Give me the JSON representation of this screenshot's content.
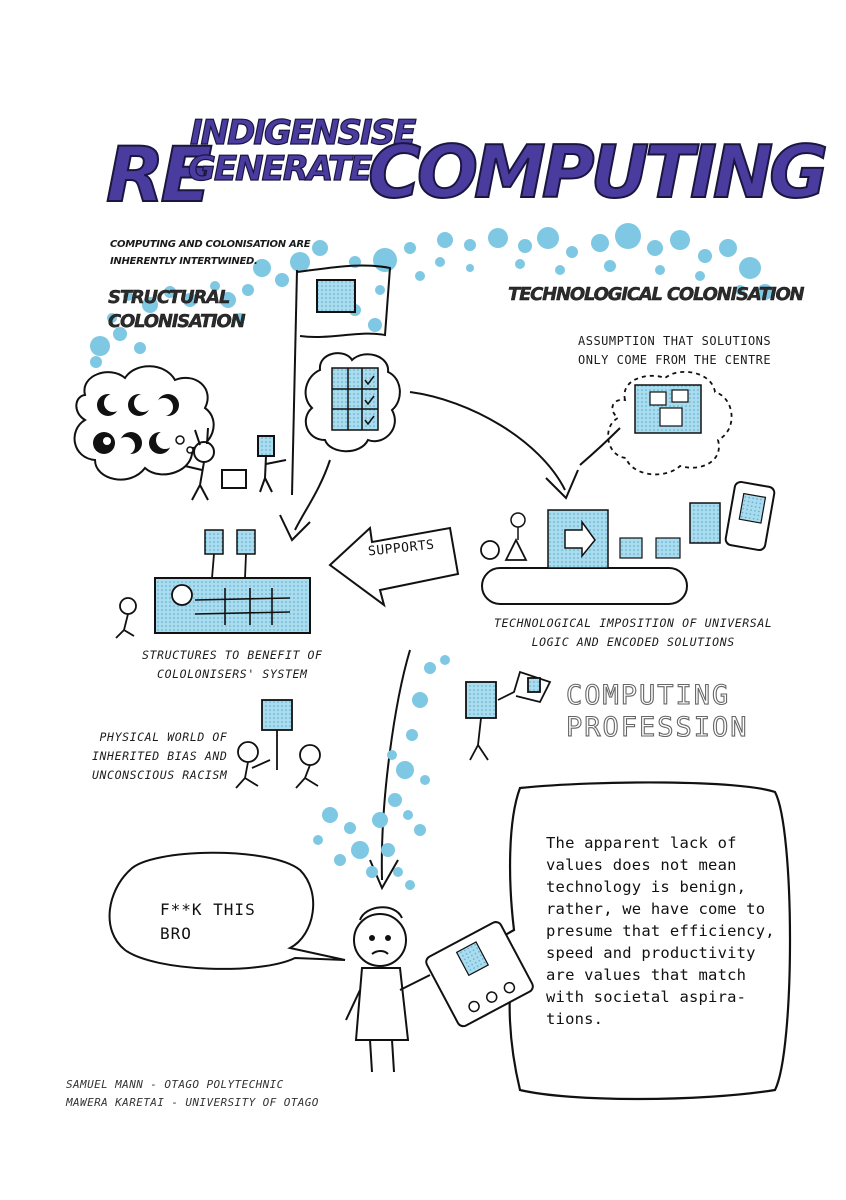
{
  "title": {
    "prefix": "RE",
    "variant_top": "INDIGENSISE",
    "variant_bottom": "GENERATE",
    "main": "COMPUTING"
  },
  "intro": {
    "line1": "COMPUTING AND COLONISATION ARE",
    "line2": "INHERENTLY INTERTWINED."
  },
  "sections": {
    "structural_line1": "STRUCTURAL",
    "structural_line2": "COLONISATION",
    "technological": "TECHNOLOGICAL COLONISATION"
  },
  "annotations": {
    "assumption_line1": "ASSUMPTION THAT SOLUTIONS",
    "assumption_line2": "ONLY COME FROM THE CENTRE",
    "supports": "SUPPORTS",
    "structures_line1": "STRUCTURES TO BENEFIT OF",
    "structures_line2": "COLOLONISERS' SYSTEM",
    "imposition_line1": "TECHNOLOGICAL IMPOSITION OF UNIVERSAL",
    "imposition_line2": "LOGIC AND ENCODED SOLUTIONS",
    "physical_line1": "PHYSICAL WORLD OF",
    "physical_line2": "INHERITED BIAS AND",
    "physical_line3": "UNCONSCIOUS RACISM",
    "profession_line1": "COMPUTING",
    "profession_line2": "PROFESSION"
  },
  "speech": {
    "left_line1": "F**K THIS",
    "left_line2": "BRO",
    "right_lines": [
      "The apparent lack of",
      "values does not mean",
      "technology is benign,",
      "rather, we have come to",
      "presume that efficiency,",
      "speed and productivity",
      "are values that match",
      "with societal aspira-",
      "tions."
    ]
  },
  "credits": {
    "line1": "SAMUEL MANN - OTAGO POLYTECHNIC",
    "line2": "MAWERA KARETAI - UNIVERSITY OF OTAGO"
  },
  "colors": {
    "title_purple": "#4a3c9e",
    "accent_blue": "#7ec8e3",
    "ink": "#1a1a1a"
  }
}
